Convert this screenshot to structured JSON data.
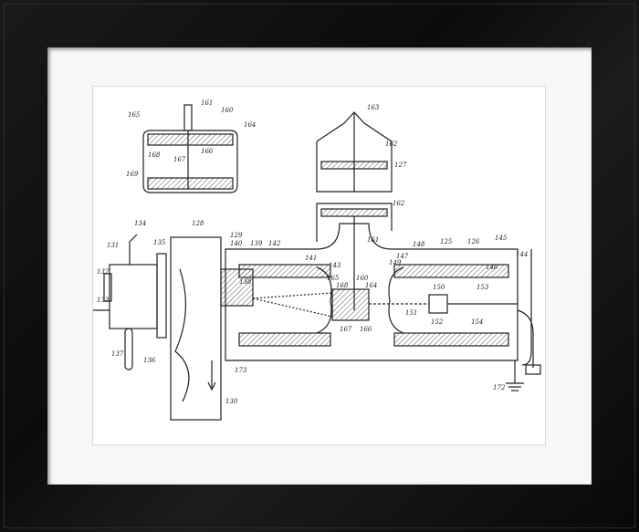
{
  "artwork": {
    "kind": "framed patent drawing",
    "frame_color": "#111111",
    "mat_color": "#f7f7f5",
    "labels": {
      "l161a": "161",
      "l160a": "160",
      "l165a": "165",
      "l164a": "164",
      "l166a": "166",
      "l168a": "168",
      "l167a": "167",
      "l169a": "169",
      "l163": "163",
      "l162a": "162",
      "l127": "127",
      "l162b": "162",
      "l134": "134",
      "l128": "128",
      "l129": "129",
      "l131": "131",
      "l135": "135",
      "l140": "140",
      "l139": "139",
      "l142": "142",
      "l132": "132",
      "l133": "133",
      "l138": "138",
      "l141": "141",
      "l143": "143",
      "l161b": "161",
      "l148": "148",
      "l125": "125",
      "l126": "126",
      "l145": "145",
      "l149": "149",
      "l147": "147",
      "l146": "146",
      "l144": "144",
      "l165b": "165",
      "l168b": "168",
      "l160b": "160",
      "l164b": "164",
      "l150": "150",
      "l153": "153",
      "l151": "151",
      "l152": "152",
      "l154": "154",
      "l167b": "167",
      "l166b": "166",
      "l137": "137",
      "l136": "136",
      "l173": "173",
      "l130": "130",
      "l172": "172"
    }
  }
}
